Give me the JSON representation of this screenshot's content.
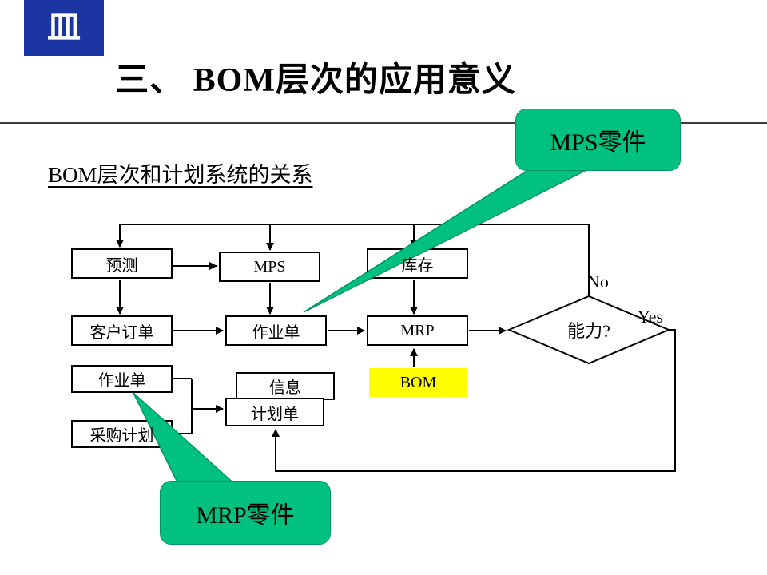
{
  "slide": {
    "title": "三、 BOM层次的应用意义",
    "subtitle": "BOM层次和计划系统的关系",
    "logo_glyph": "皿"
  },
  "flowchart": {
    "boxes": {
      "forecast": "预测",
      "mps": "MPS",
      "inventory": "库存",
      "customer_order": "客户订单",
      "work_order": "作业单",
      "mrp": "MRP",
      "capacity": "能力?",
      "work_order_2": "作业单",
      "info": "信息",
      "plan_order": "计划单",
      "bom": "BOM",
      "purchase_plan": "采购计划"
    },
    "labels": {
      "no": "No",
      "yes": "Yes"
    },
    "edges": [
      "能力?(No) → 顶部反馈线",
      "顶部反馈线 → 预测",
      "顶部反馈线 → MPS",
      "顶部反馈线 → 库存",
      "预测 → MPS",
      "预测 → 客户订单",
      "MPS → 作业单",
      "库存 → MRP",
      "客户订单 → 作业单",
      "作业单 → MRP",
      "MRP → 能力?",
      "BOM → MRP",
      "能力?(Yes) → 计划单",
      "作业单(下) → 计划单",
      "采购计划 → 计划单",
      "MPS零件标注 → 作业单",
      "MRP零件标注 → 作业单(下)"
    ]
  },
  "callouts": {
    "mps_parts": "MPS零件",
    "mrp_parts": "MRP零件"
  },
  "colors": {
    "callout_green": "#00c17f",
    "bom_yellow": "#ffff00",
    "logo_blue": "#1b35a3"
  }
}
